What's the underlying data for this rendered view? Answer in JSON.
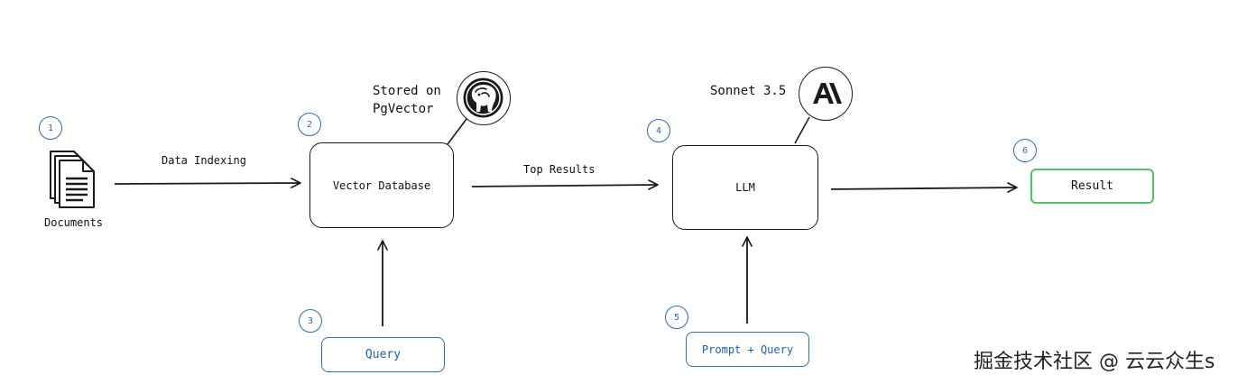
{
  "steps": [
    "1",
    "2",
    "3",
    "4",
    "5",
    "6"
  ],
  "documents_label": "Documents",
  "edge_labels": {
    "data_indexing": "Data Indexing",
    "top_results": "Top Results"
  },
  "nodes": {
    "vector_database": "Vector Database",
    "llm": "LLM",
    "result": "Result",
    "query": "Query",
    "prompt_query": "Prompt + Query"
  },
  "notes": {
    "stored_on": "Stored on\nPgVector",
    "model": "Sonnet 3.5"
  },
  "icons": {
    "documents": "documents-icon",
    "pgvector": "pgvector-elephant-icon",
    "anthropic": "anthropic-logo-icon"
  },
  "colors": {
    "step_blue": "#2f6db3",
    "result_green": "#4cc564",
    "ink": "#1a1a1a"
  },
  "watermark": "掘金技术社区 @ 云云众生s"
}
